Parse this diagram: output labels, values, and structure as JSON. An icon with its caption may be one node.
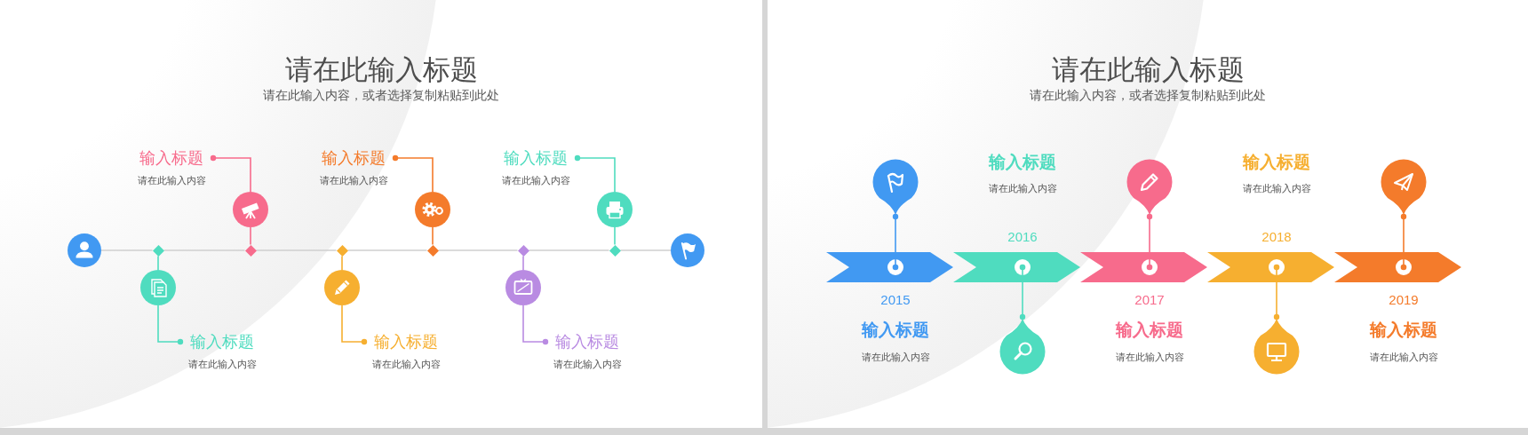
{
  "diagram": {
    "nodes": [
      {
        "text": [
          "请在此输入标题",
          "请在此输入内容，或者选择复制粘贴到此处"
        ]
      },
      {
        "text": [],
        "shape": "circle",
        "in": 0
      },
      {
        "text": [],
        "shape": "diamond",
        "in": 0
      },
      {
        "text": [],
        "shape": "circle",
        "in": 0
      },
      {
        "text": [
          "输入标题",
          "请在此输入内容"
        ],
        "in": 0
      },
      {
        "text": [],
        "shape": "diamond",
        "in": 0
      },
      {
        "text": [],
        "shape": "circle",
        "in": 0
      },
      {
        "text": [
          "输入标题",
          "请在此输入内容"
        ],
        "in": 0
      },
      {
        "text": [],
        "shape": "diamond",
        "in": 0
      },
      {
        "text": [],
        "shape": "circle",
        "in": 0
      },
      {
        "text": [
          "输入标题",
          "请在此输入内容"
        ],
        "in": 0
      },
      {
        "text": [],
        "shape": "diamond",
        "in": 0
      },
      {
        "text": [],
        "shape": "circle",
        "in": 0
      },
      {
        "text": [
          "输入标题",
          "请在此输入内容"
        ],
        "in": 0
      },
      {
        "text": [],
        "shape": "diamond",
        "in": 0
      },
      {
        "text": [],
        "shape": "circle",
        "in": 0
      },
      {
        "text": [
          "输入标题",
          "请在此输入内容"
        ],
        "in": 0
      },
      {
        "text": [],
        "shape": "diamond",
        "in": 0
      },
      {
        "text": [],
        "shape": "circle",
        "in": 0
      },
      {
        "text": [
          "输入标题",
          "请在此输入内容"
        ],
        "in": 0
      },
      {
        "text": [],
        "shape": "circle",
        "in": 0
      },
      {
        "text": [
          "请在此输入标题",
          "请在此输入内容，或者选择复制粘贴到此处"
        ]
      },
      {
        "text": [],
        "shape": "chevron",
        "beside": [
          "2015"
        ],
        "in": 21
      },
      {
        "text": [],
        "shape": "pin",
        "in": 21
      },
      {
        "text": [],
        "shape": "chevron",
        "beside": [
          "2016"
        ],
        "in": 21
      },
      {
        "text": [],
        "shape": "pin",
        "in": 21
      },
      {
        "text": [],
        "shape": "chevron",
        "beside": [
          "2017"
        ],
        "in": 21
      },
      {
        "text": [],
        "shape": "pin",
        "in": 21
      },
      {
        "text": [],
        "shape": "chevron",
        "beside": [
          "2018"
        ],
        "in": 21
      },
      {
        "text": [],
        "shape": "pin",
        "in": 21
      },
      {
        "text": [],
        "shape": "chevron",
        "beside": [
          "2019"
        ],
        "in": 21
      },
      {
        "text": [],
        "shape": "pin",
        "in": 21
      }
    ],
    "edges": [
      {
        "from": 1,
        "to": 2,
        "arrow": "none",
        "color": "#cfcfcf"
      },
      {
        "from": 2,
        "to": 5,
        "arrow": "none",
        "color": "#cfcfcf"
      },
      {
        "from": 5,
        "to": 8,
        "arrow": "none",
        "color": "#cfcfcf"
      },
      {
        "from": 8,
        "to": 11,
        "arrow": "none",
        "color": "#cfcfcf"
      },
      {
        "from": 11,
        "to": 14,
        "arrow": "none",
        "color": "#cfcfcf"
      },
      {
        "from": 14,
        "to": 17,
        "arrow": "none",
        "color": "#cfcfcf"
      },
      {
        "from": 17,
        "to": 20,
        "arrow": "none",
        "color": "#cfcfcf"
      },
      {
        "from": 2,
        "to": 3,
        "arrow": "none",
        "color": "#4fdcbf"
      },
      {
        "from": 3,
        "to": 4,
        "arrow": "other",
        "color": "#4fdcbf"
      },
      {
        "from": 5,
        "to": 6,
        "arrow": "none",
        "color": "#f76b8c"
      },
      {
        "from": 6,
        "to": 7,
        "arrow": "other",
        "color": "#f76b8c"
      },
      {
        "from": 8,
        "to": 9,
        "arrow": "none",
        "color": "#f6af30"
      },
      {
        "from": 9,
        "to": 10,
        "arrow": "other",
        "color": "#f6af30"
      },
      {
        "from": 11,
        "to": 12,
        "arrow": "none",
        "color": "#f47b2b"
      },
      {
        "from": 12,
        "to": 13,
        "arrow": "other",
        "color": "#f47b2b"
      },
      {
        "from": 14,
        "to": 15,
        "arrow": "none",
        "color": "#b98be2"
      },
      {
        "from": 15,
        "to": 16,
        "arrow": "other",
        "color": "#b98be2"
      },
      {
        "from": 17,
        "to": 18,
        "arrow": "none",
        "color": "#4fdcbf"
      },
      {
        "from": 18,
        "to": 19,
        "arrow": "other",
        "color": "#4fdcbf"
      },
      {
        "from": 22,
        "to": 23,
        "arrow": "other",
        "color": "#4199f2"
      },
      {
        "from": 24,
        "to": 25,
        "arrow": "other",
        "color": "#4fdcbf"
      },
      {
        "from": 26,
        "to": 27,
        "arrow": "other",
        "color": "#f76b8c"
      },
      {
        "from": 28,
        "to": 29,
        "arrow": "other",
        "color": "#f6af30"
      },
      {
        "from": 30,
        "to": 31,
        "arrow": "other",
        "color": "#f47b2b"
      }
    ],
    "labels": [
      "输入标题",
      "请在此输入内容",
      "输入标题",
      "请在此输入内容",
      "输入标题",
      "请在此输入内容",
      "输入标题",
      "请在此输入内容",
      "输入标题",
      "请在此输入内容"
    ]
  }
}
